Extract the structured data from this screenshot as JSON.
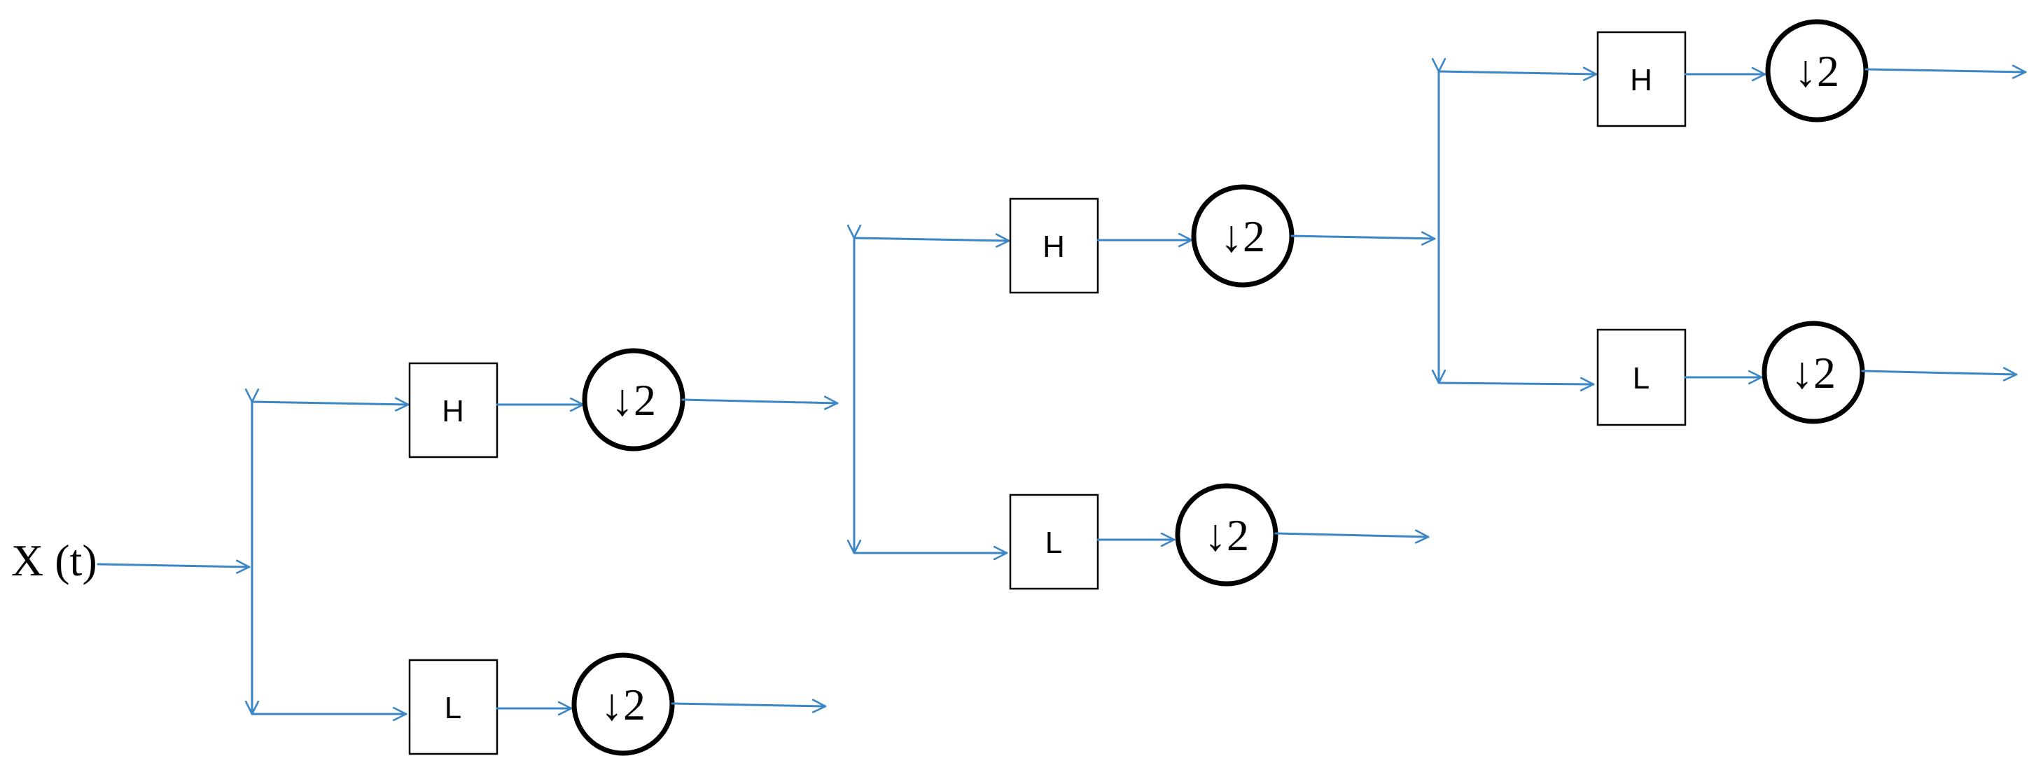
{
  "input_label": "X (t)",
  "high_label": "H",
  "low_label": "L",
  "downsample_label": "↓2",
  "colors": {
    "connector": "#3a86c6",
    "outline": "#000000",
    "background": "#ffffff"
  }
}
